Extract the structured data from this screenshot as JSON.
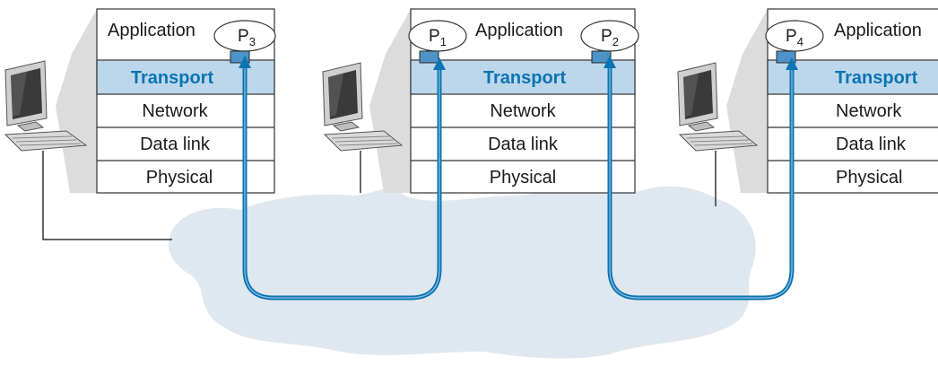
{
  "hosts": [
    {
      "application_label": "Application",
      "processes": [
        {
          "letter": "P",
          "index": "3"
        }
      ],
      "layers": [
        "Transport",
        "Network",
        "Data link",
        "Physical"
      ]
    },
    {
      "application_label": "Application",
      "processes": [
        {
          "letter": "P",
          "index": "1"
        },
        {
          "letter": "P",
          "index": "2"
        }
      ],
      "layers": [
        "Transport",
        "Network",
        "Data link",
        "Physical"
      ]
    },
    {
      "application_label": "Application",
      "processes": [
        {
          "letter": "P",
          "index": "4"
        }
      ],
      "layers": [
        "Transport",
        "Network",
        "Data link",
        "Physical"
      ]
    }
  ],
  "colors": {
    "transport_fill": "#bcd7ec",
    "transport_text": "#0b74b3",
    "connection_line": "#0b74b3",
    "socket_fill": "#4d93c6",
    "network_cloud": "#dfe8f0",
    "shadow": "#dcdcdc"
  },
  "icons": [
    "desktop-computer-icon",
    "network-cloud"
  ]
}
